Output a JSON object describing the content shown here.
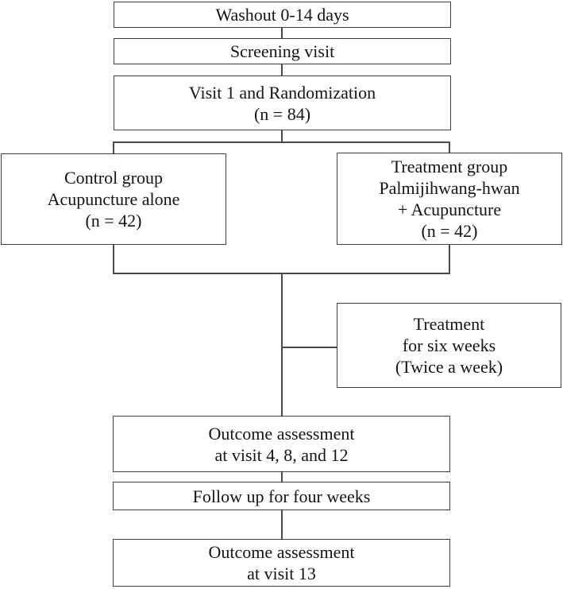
{
  "nodes": {
    "washout": {
      "text": "Washout 0-14 days"
    },
    "screening": {
      "text": "Screening visit"
    },
    "randomization": {
      "text": "Visit 1 and Randomization\n(n = 84)"
    },
    "control_group": {
      "text": "Control group\nAcupuncture alone\n(n = 42)"
    },
    "treatment_group": {
      "text": "Treatment group\nPalmijihwang-hwan\n+ Acupuncture\n(n = 42)"
    },
    "treatment_duration": {
      "text": "Treatment\nfor six weeks\n(Twice a week)"
    },
    "outcome_mid": {
      "text": "Outcome assessment\nat visit 4, 8, and 12"
    },
    "follow_up": {
      "text": "Follow up for four weeks"
    },
    "outcome_final": {
      "text": "Outcome assessment\nat visit 13"
    }
  },
  "colors": {
    "border": "#3f3f3f",
    "background": "#ffffff",
    "text": "#141414"
  }
}
